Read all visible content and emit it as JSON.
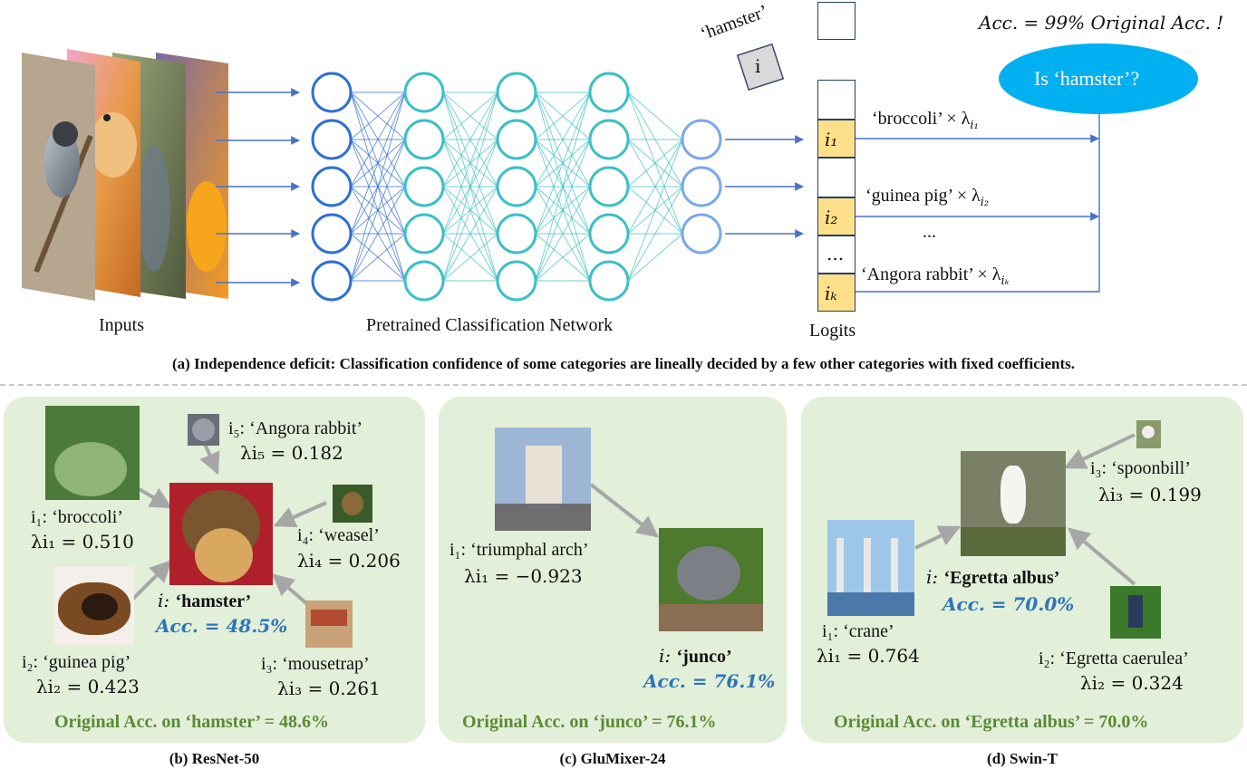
{
  "top": {
    "inputs_label": "Inputs",
    "network_label": "Pretrained Classification Network",
    "logits_label": "Logits",
    "card_text": "‘hamster’",
    "card_letter": "i",
    "bubble_text": "Is ‘hamster’?",
    "acc_note": "Acc. = 99% Original Acc. !",
    "logit_rows": [
      {
        "label": "i₁",
        "text": "‘broccoli’ × λ",
        "sub": "i₁"
      },
      {
        "label": "i₂",
        "text": "‘guinea pig’  × λ",
        "sub": "i₂"
      },
      {
        "label": "...",
        "text": "...",
        "sub": ""
      },
      {
        "label": "iₖ",
        "text": "‘Angora rabbit’ × λ",
        "sub": "iₖ"
      }
    ],
    "dots_cell": "...",
    "caption": "(a) Independence deficit: Classification confidence of some categories are lineally decided by a few other categories with fixed coefficients."
  },
  "panel_b": {
    "caption": "(b) ResNet-50",
    "target_label_prefix": "i: ",
    "target_name": "‘hamster’",
    "target_acc": "Acc. = 48.5%",
    "original": "Original Acc. on ‘hamster’ = 48.6%",
    "items": [
      {
        "label": "i₁: ‘broccoli’",
        "lambda": "λi₁ = 0.510"
      },
      {
        "label": "i₂: ‘guinea pig’",
        "lambda": "λi₂ = 0.423"
      },
      {
        "label": "i₃: ‘mousetrap’",
        "lambda": "λi₃ = 0.261"
      },
      {
        "label": "i₄: ‘weasel’",
        "lambda": "λi₄ = 0.206"
      },
      {
        "label": "i₅: ‘Angora rabbit’",
        "lambda": "λi₅ = 0.182"
      }
    ]
  },
  "panel_c": {
    "caption": "(c) GluMixer-24",
    "target_label_prefix": "i: ",
    "target_name": "‘junco’",
    "target_acc": "Acc. = 76.1%",
    "original": "Original Acc. on ‘junco’ = 76.1%",
    "items": [
      {
        "label": "i₁: ‘triumphal arch’",
        "lambda": "λi₁ = −0.923"
      }
    ]
  },
  "panel_d": {
    "caption": "(d) Swin-T",
    "target_label_prefix": "i: ",
    "target_name": "‘Egretta albus’",
    "target_acc": "Acc. = 70.0%",
    "original": "Original Acc. on ‘Egretta albus’ = 70.0%",
    "items": [
      {
        "label": "i₁: ‘crane’",
        "lambda": "λi₁ = 0.764"
      },
      {
        "label": "i₂: ‘Egretta caerulea’",
        "lambda": "λi₂ = 0.324"
      },
      {
        "label": "i₃: ‘spoonbill’",
        "lambda": "λi₃ = 0.199"
      }
    ]
  },
  "colors": {
    "panel_bg": "#e2efd9",
    "green": "#5b8a35",
    "blue": "#2e75b6",
    "logit_highlight": "#ffe08a",
    "bubble": "#00b0f0",
    "neuron_dark": "#2f6fd1",
    "neuron_teal": "#3cc0c6",
    "neuron_light": "#7aa8ea"
  }
}
